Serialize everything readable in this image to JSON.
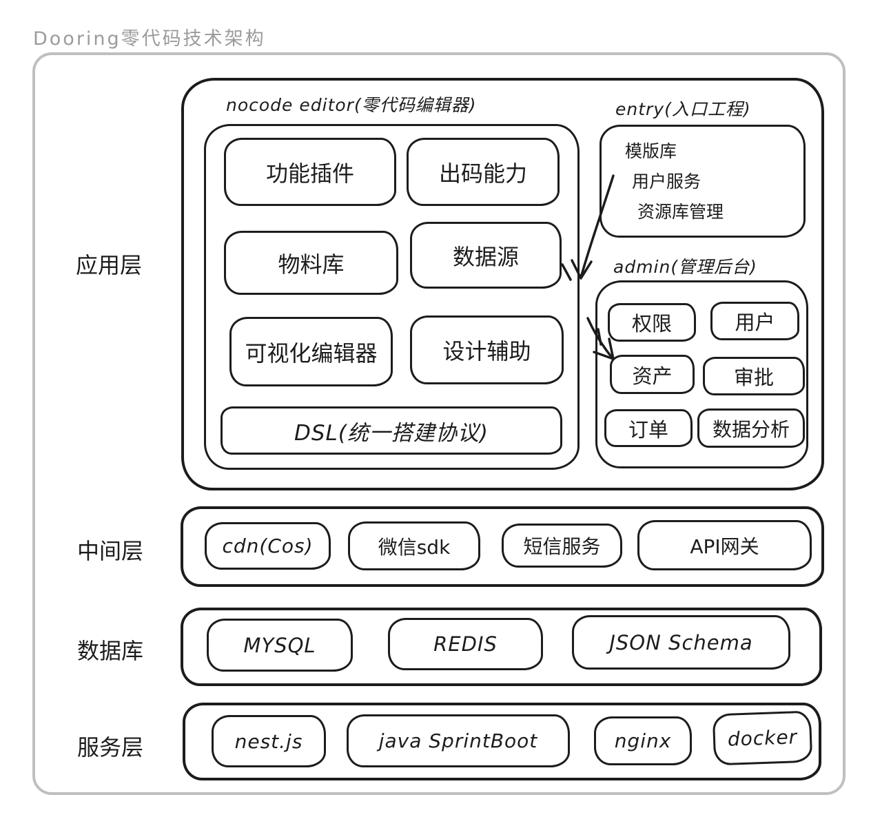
{
  "page": {
    "title": "Dooring零代码技术架构"
  },
  "colors": {
    "stroke": "#1c1c1c",
    "frame_border": "#bfbfbf",
    "title_text": "#9b9b9b",
    "background": "#ffffff"
  },
  "layers": {
    "app": {
      "label": "应用层",
      "nocode": {
        "label": "nocode editor(零代码编辑器)",
        "boxes": [
          "功能插件",
          "出码能力",
          "物料库",
          "数据源",
          "可视化编辑器",
          "设计辅助"
        ],
        "dsl": "DSL(统一搭建协议)"
      },
      "entry": {
        "label": "entry(入口工程)",
        "items": [
          "模版库",
          "用户服务",
          "资源库管理"
        ]
      },
      "admin": {
        "label": "admin(管理后台)",
        "boxes": [
          "权限",
          "用户",
          "资产",
          "审批",
          "订单",
          "数据分析"
        ]
      }
    },
    "middle": {
      "label": "中间层",
      "boxes": [
        "cdn(Cos)",
        "微信sdk",
        "短信服务",
        "API网关"
      ]
    },
    "database": {
      "label": "数据库",
      "boxes": [
        "MYSQL",
        "REDIS",
        "JSON Schema"
      ]
    },
    "service": {
      "label": "服务层",
      "boxes": [
        "nest.js",
        "java SprintBoot",
        "nginx",
        "docker"
      ]
    }
  }
}
